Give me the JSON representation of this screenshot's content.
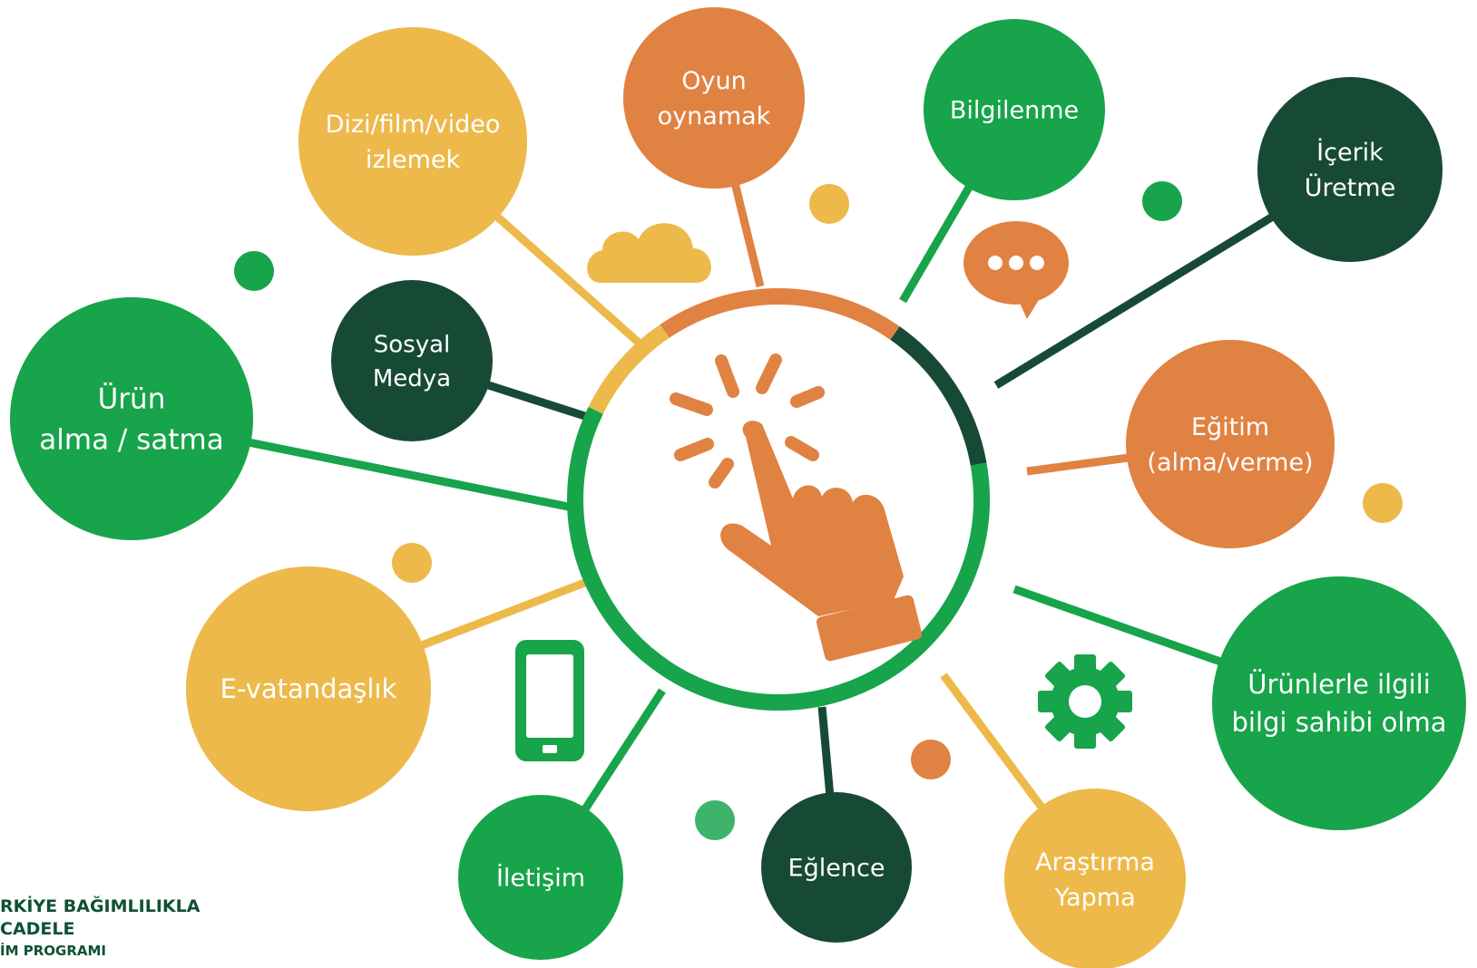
{
  "colors": {
    "green": "#17A44A",
    "dark_green": "#174A35",
    "orange": "#E08242",
    "yellow": "#EDB94B",
    "light_green": "#3DB36B"
  },
  "center": {
    "icon": "tap-hand-icon"
  },
  "nodes": [
    {
      "id": "dizi",
      "lines": [
        "Dizi/film/video",
        "izlemek"
      ],
      "color": "yellow"
    },
    {
      "id": "oyun",
      "lines": [
        "Oyun",
        "oynamak"
      ],
      "color": "orange"
    },
    {
      "id": "bilgilenme",
      "lines": [
        "Bilgilenme"
      ],
      "color": "green"
    },
    {
      "id": "icerik",
      "lines": [
        "İçerik",
        "Üretme"
      ],
      "color": "dark_green"
    },
    {
      "id": "egitim",
      "lines": [
        "Eğitim",
        "(alma/verme)"
      ],
      "color": "orange"
    },
    {
      "id": "urunlerle",
      "lines": [
        "Ürünlerle ilgili",
        "bilgi sahibi olma"
      ],
      "color": "green"
    },
    {
      "id": "arastirma",
      "lines": [
        "Araştırma",
        "Yapma"
      ],
      "color": "yellow"
    },
    {
      "id": "eglence",
      "lines": [
        "Eğlence"
      ],
      "color": "dark_green"
    },
    {
      "id": "iletisim",
      "lines": [
        "İletişim"
      ],
      "color": "green"
    },
    {
      "id": "evatandaslik",
      "lines": [
        "E-vatandaşlık"
      ],
      "color": "yellow"
    },
    {
      "id": "urun",
      "lines": [
        "Ürün",
        "alma / satma"
      ],
      "color": "green"
    },
    {
      "id": "sosyal",
      "lines": [
        "Sosyal",
        "Medya"
      ],
      "color": "dark_green"
    }
  ],
  "icons": [
    "cloud-icon",
    "chat-bubble-icon",
    "smartphone-icon",
    "gear-icon"
  ],
  "logo": {
    "line1": "RKİYE BAĞIMLILIKLA",
    "line2": "CADELE",
    "line3": "İM PROGRAMI"
  }
}
